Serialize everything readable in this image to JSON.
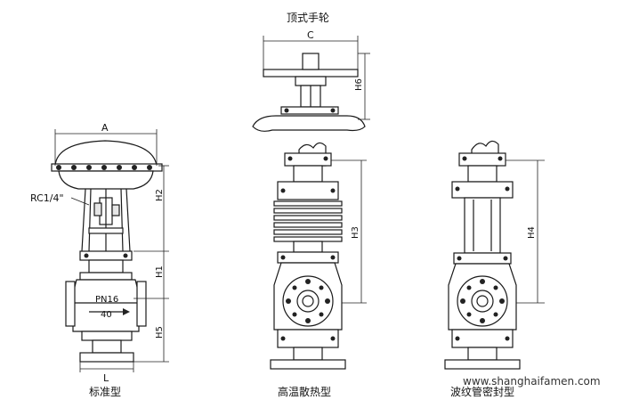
{
  "captions": {
    "top_handwheel": "顶式手轮",
    "standard": "标准型",
    "high_temp": "高温散热型",
    "bellows": "波纹管密封型"
  },
  "labels": {
    "port": "RC1/4\"",
    "pressure": "PN16",
    "size": "40"
  },
  "dimensions": {
    "A": "A",
    "C": "C",
    "L": "L",
    "H1": "H1",
    "H2": "H2",
    "H3": "H3",
    "H4": "H4",
    "H5": "H5",
    "H6": "H6"
  },
  "watermark": "www.shanghaifamen.com"
}
